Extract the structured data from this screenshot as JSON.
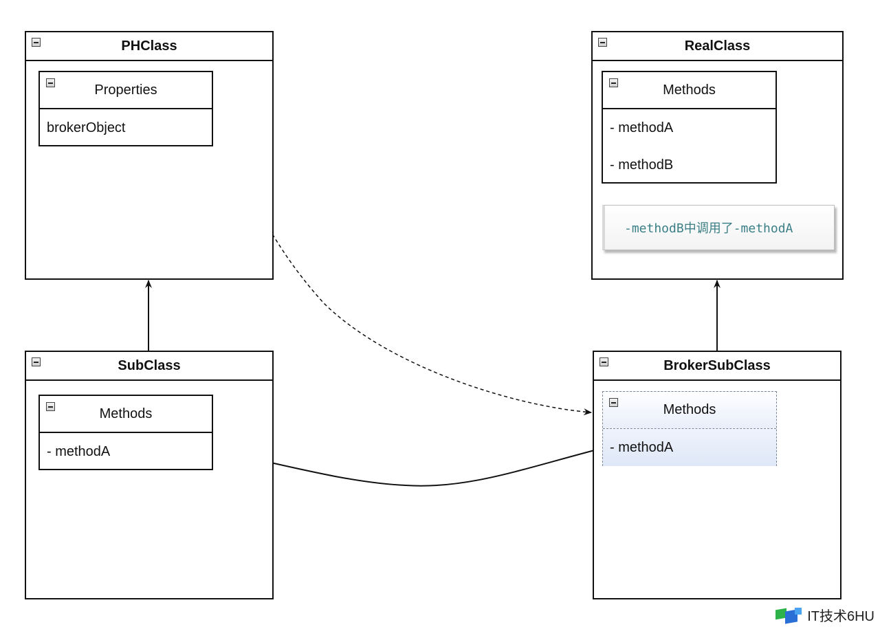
{
  "diagram": {
    "classes": {
      "ph_class": {
        "name": "PHClass",
        "section": {
          "title": "Properties",
          "items": [
            "brokerObject"
          ]
        }
      },
      "real_class": {
        "name": "RealClass",
        "section": {
          "title": "Methods",
          "items": [
            "- methodA",
            "- methodB"
          ]
        },
        "note": "-methodB中调用了-methodA"
      },
      "sub_class": {
        "name": "SubClass",
        "section": {
          "title": "Methods",
          "items": [
            "- methodA"
          ]
        }
      },
      "broker_sub_class": {
        "name": "BrokerSubClass",
        "section": {
          "title": "Methods",
          "items": [
            "- methodA"
          ]
        }
      }
    },
    "relations": [
      {
        "from": "SubClass",
        "to": "PHClass",
        "type": "inheritance"
      },
      {
        "from": "BrokerSubClass",
        "to": "RealClass",
        "type": "inheritance"
      },
      {
        "from": "brokerObject",
        "to": "BrokerSubClass.Methods",
        "type": "dashed-reference"
      },
      {
        "from": "BrokerSubClass.methodA",
        "to": "SubClass.methodA",
        "type": "call"
      }
    ]
  },
  "watermark": {
    "text": "IT技术6HU"
  }
}
